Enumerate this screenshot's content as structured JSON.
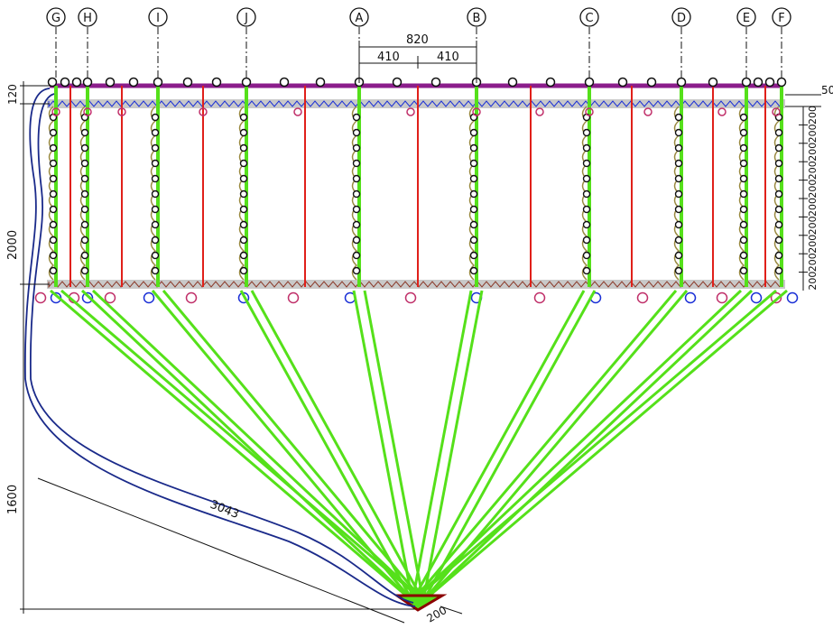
{
  "grid_labels": [
    "G",
    "H",
    "I",
    "J",
    "A",
    "B",
    "C",
    "D",
    "E",
    "F"
  ],
  "dimensions": {
    "top_span": "820",
    "half_left": "410",
    "half_right": "410",
    "top_band": "120",
    "offset_right": "50",
    "height_main": "2000",
    "height_lower": "1600",
    "diagonal": "3043",
    "apex_width": "200",
    "module": "200"
  },
  "colors": {
    "purple": "#8b1d8b",
    "green": "#55e01a",
    "red": "#e0201a",
    "blue": "#1a2fd6",
    "navy": "#1a2a8a",
    "olive": "#9a8a40",
    "magenta": "#c0306a",
    "dark_red": "#8b0000",
    "gray": "#bdbdbd"
  }
}
